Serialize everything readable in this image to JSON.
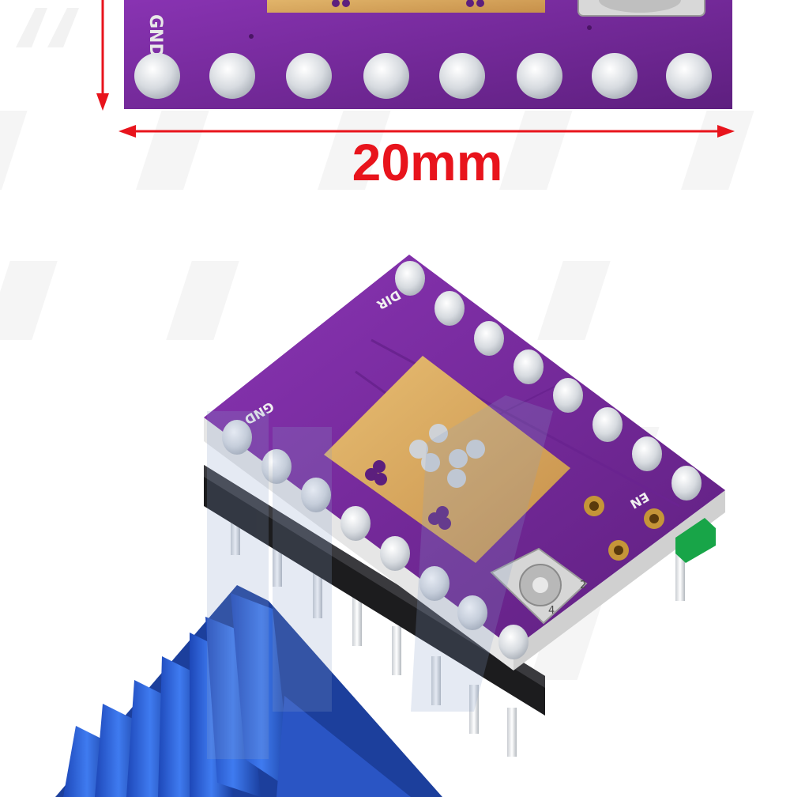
{
  "dimension": {
    "label": "20mm",
    "color": "#e8141c"
  },
  "silkscreen": {
    "top_pin_label": "GND",
    "board_label_dir": "DIR",
    "board_label_gnd": "GND",
    "board_label_en": "EN",
    "pot_label_1": "2",
    "pot_label_2": "4"
  },
  "colors": {
    "pcb": "#7a2aa0",
    "pcb_dark": "#5c1f7d",
    "gold_pad": "#d9a95a",
    "heatsink": "#2e62d6",
    "header_black": "#1c1c1e"
  }
}
